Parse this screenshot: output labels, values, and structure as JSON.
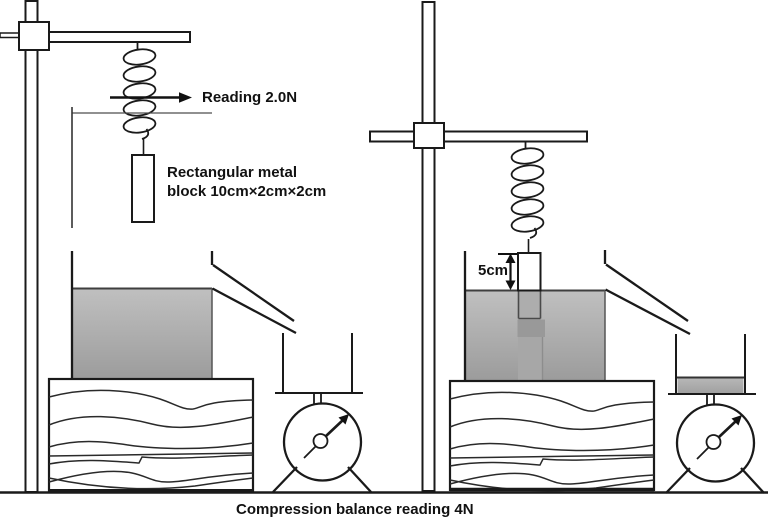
{
  "diagram": {
    "type": "physics-experiment-two-stage-displacement",
    "caption": "Compression balance reading 4N",
    "left_setup": {
      "spring_reading_label": "Reading 2.0N",
      "block_label_line1": "Rectangular metal",
      "block_label_line2": "block 10cm×2cm×2cm"
    },
    "right_setup": {
      "depth_label": "5cm"
    },
    "colors": {
      "line": "#1a1a1a",
      "water_light": "#bfbfbf",
      "water_dark": "#9c9c9c",
      "water_surface_line": "#3f3f3f",
      "submerged_block_shade": "#999999"
    }
  }
}
